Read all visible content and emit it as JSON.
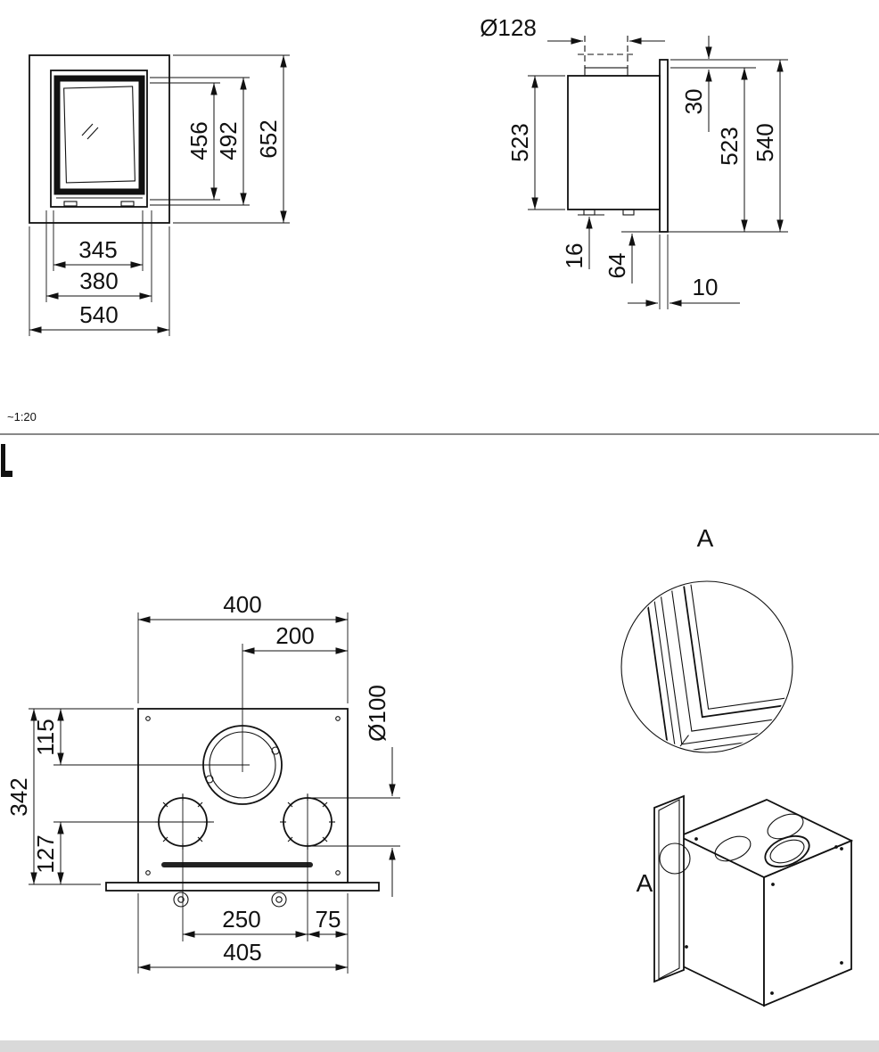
{
  "scale_note": "~1:20",
  "front_view": {
    "dims": {
      "glass_height": "456",
      "door_height": "492",
      "total_height": "652",
      "glass_width": "345",
      "door_width": "380",
      "total_width": "540"
    }
  },
  "side_view": {
    "dims": {
      "flue_diameter": "Ø128",
      "body_depth": "523",
      "top_offset": "30",
      "rear_depth": "523",
      "total_depth": "540",
      "foot_height": "16",
      "bottom_offset": "64",
      "frame_protrusion": "10"
    }
  },
  "top_view": {
    "dims": {
      "body_width": "400",
      "flue_center_offset": "200",
      "vent_diameter": "Ø100",
      "flue_front_offset": "115",
      "total_depth": "342",
      "vent_rear_offset": "127",
      "vent_spacing": "250",
      "vent_edge_offset": "75",
      "base_width": "405"
    }
  },
  "detail_view": {
    "label": "A"
  },
  "iso_view": {
    "marker_label": "A"
  }
}
